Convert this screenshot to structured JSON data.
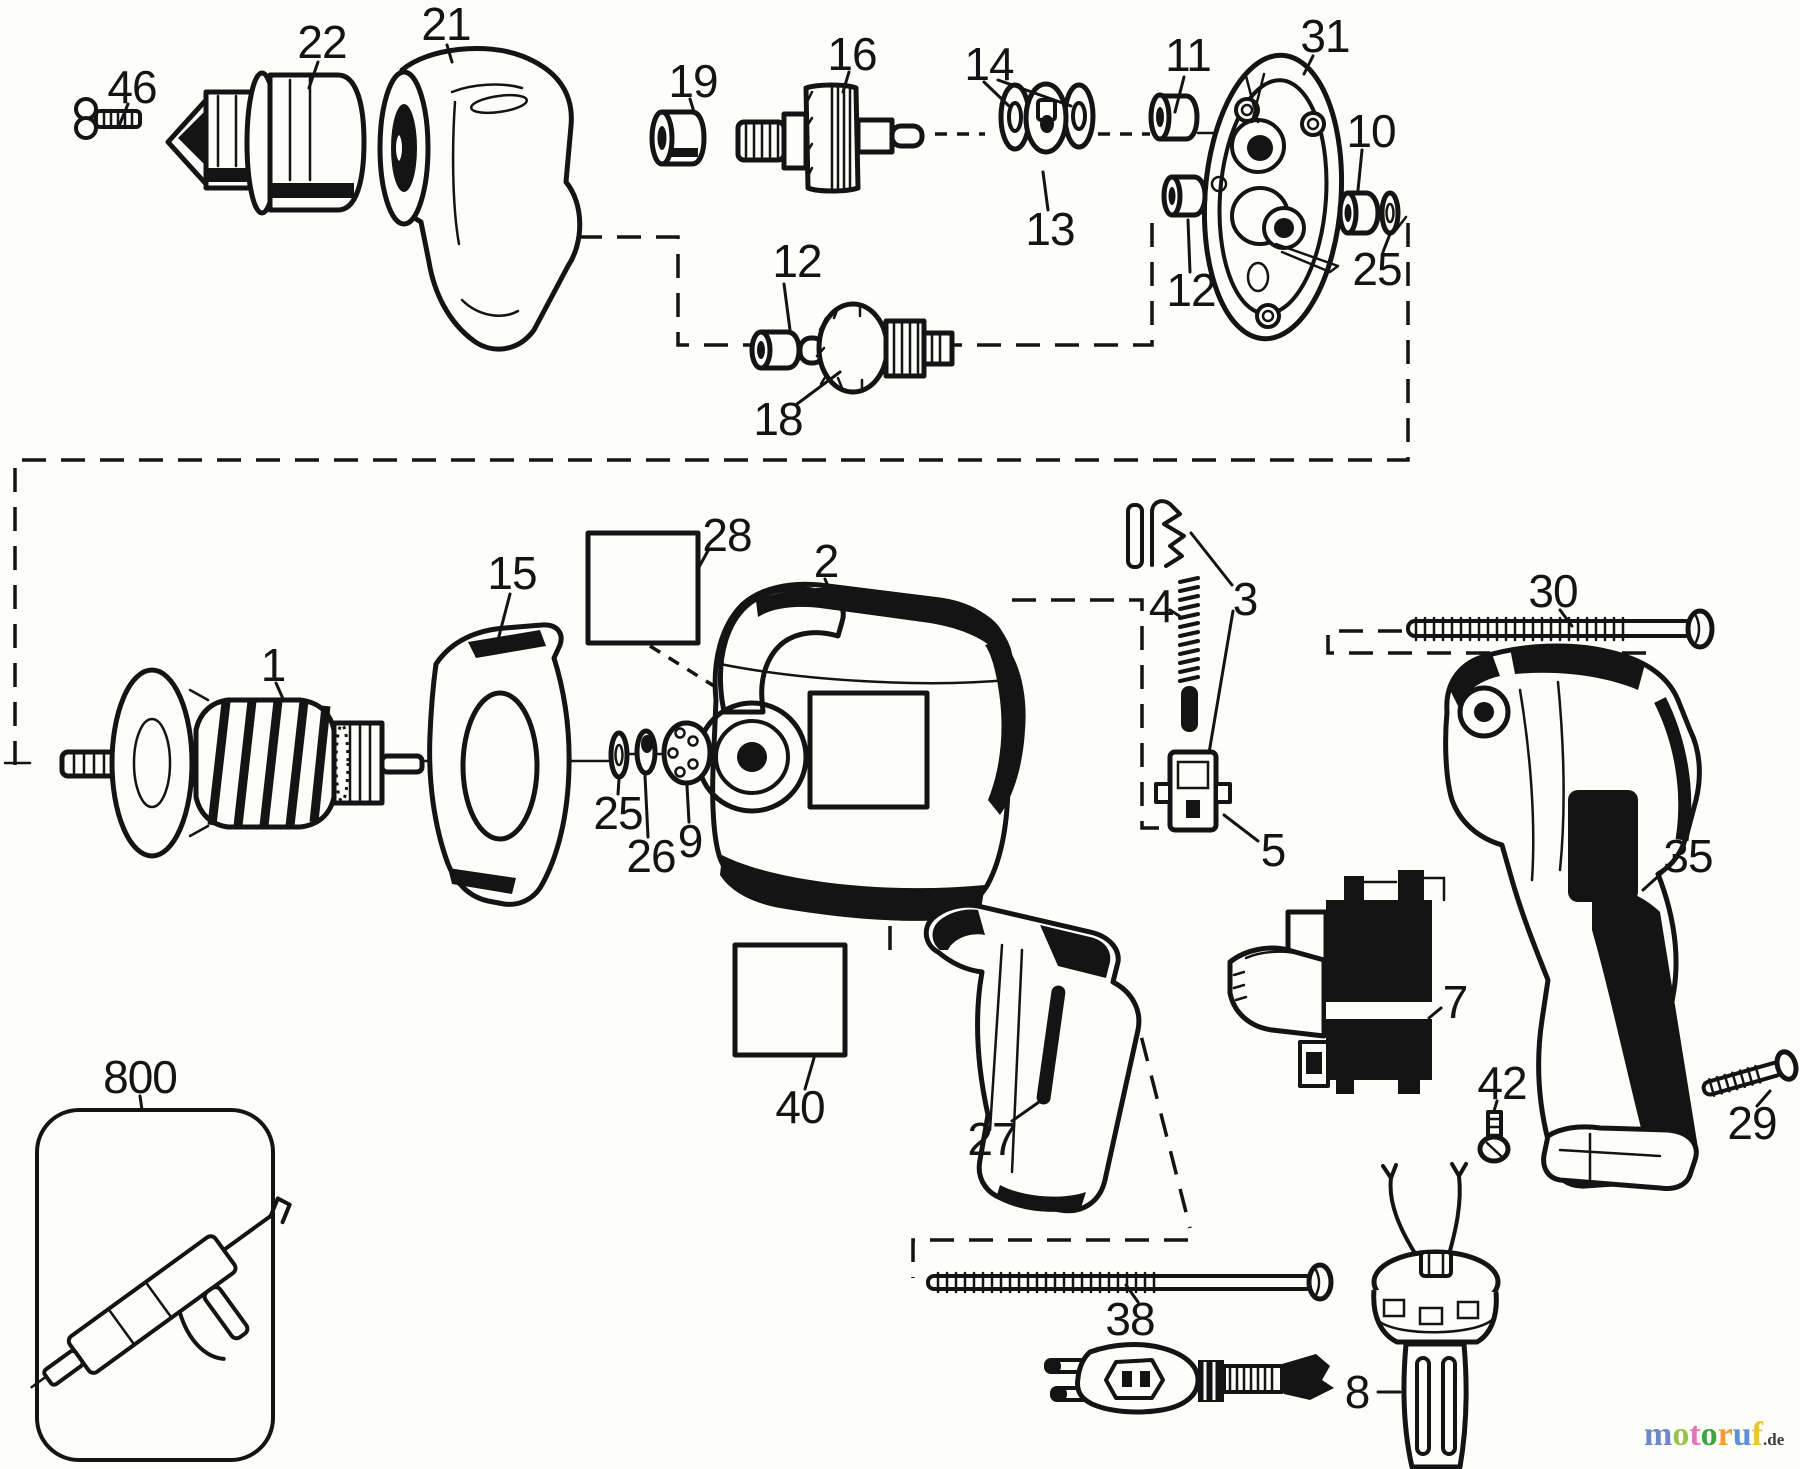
{
  "background": "#fdfdfa",
  "ink": "#141414",
  "labels": {
    "l46": "46",
    "l22": "22",
    "l21": "21",
    "l19": "19",
    "l16": "16",
    "l14": "14",
    "l13": "13",
    "l11": "11",
    "l31": "31",
    "l10": "10",
    "l25a": "25",
    "l12a": "12",
    "l12b": "12",
    "l18": "18",
    "l28": "28",
    "l15": "15",
    "l1": "1",
    "l2": "2",
    "l4": "4",
    "l3": "3",
    "l30": "30",
    "l25b": "25",
    "l26": "26",
    "l9": "9",
    "l5": "5",
    "l35": "35",
    "l7": "7",
    "l42": "42",
    "l29": "29",
    "l40": "40",
    "l27": "27",
    "l800": "800",
    "l38": "38",
    "l8": "8"
  },
  "watermark": {
    "letters": [
      {
        "ch": "m",
        "color": "#6f86c9"
      },
      {
        "ch": "o",
        "color": "#9dc24b"
      },
      {
        "ch": "t",
        "color": "#e873b8"
      },
      {
        "ch": "o",
        "color": "#3fa33f"
      },
      {
        "ch": "r",
        "color": "#f29b38"
      },
      {
        "ch": "u",
        "color": "#5f8ed6"
      },
      {
        "ch": "f",
        "color": "#edc42f"
      }
    ],
    "suffix": ".de",
    "suffix_color": "#3d3d3d"
  }
}
